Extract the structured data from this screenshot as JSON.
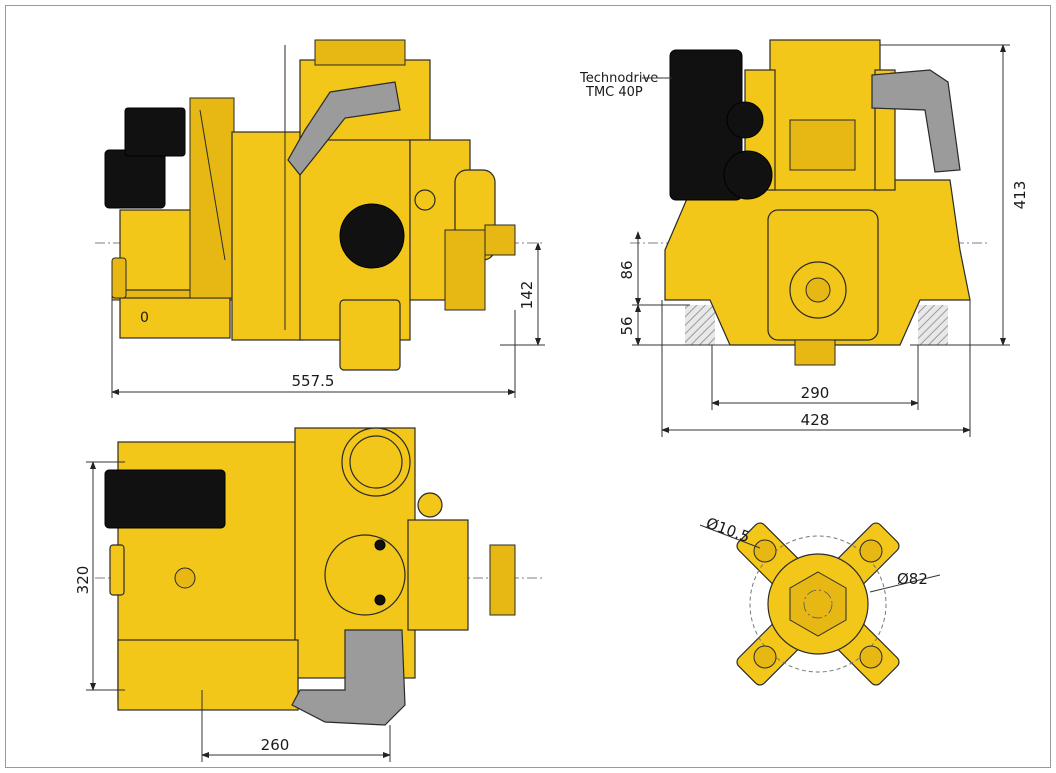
{
  "callout": {
    "line1": "Technodrive",
    "line2": "TMC 40P"
  },
  "dimensions": {
    "side_length": "557.5",
    "side_height": "142",
    "front_height": "413",
    "front_86": "86",
    "front_56": "56",
    "front_290": "290",
    "front_428": "428",
    "top_width": "320",
    "top_260": "260",
    "flange_hole": "Ø10.5",
    "flange_dia": "Ø82"
  },
  "colors": {
    "engine_yellow": "#f2c71a",
    "manifold_grey": "#9b9b9b",
    "black_parts": "#111111"
  }
}
